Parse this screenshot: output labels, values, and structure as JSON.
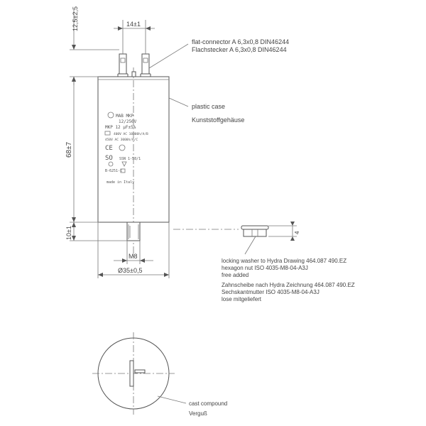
{
  "dimensions": {
    "top_height": "12,5±2,5",
    "pin_spacing": "14±1",
    "body_height": "68±7",
    "stud_height": "10±1",
    "thread": "M8",
    "diameter": "Ø35±0,5",
    "nut_height": "4"
  },
  "callouts": {
    "connector_en": "flat-connector A 6,3x0,8 DIN46244",
    "connector_de": "Flachstecker A 6,3x0,8 DIN46244",
    "case_en": "plastic case",
    "case_de": "Kunststoffgehäuse",
    "washer_line1": "locking washer to Hydra Drawing 464.087 490.EZ",
    "washer_line2": "hexagon nut ISO 4035-M8-04-A3J",
    "washer_line3": "free added",
    "washer_de_line1": "Zahnscheibe nach Hydra Zeichnung 464.087 490.EZ",
    "washer_de_line2": "Sechskantmutter ISO 4035-M8-04-A3J",
    "washer_de_line3": "lose mitgeliefert",
    "compound_en": "cast compound",
    "compound_de": "Verguß"
  },
  "label": {
    "line1": "MAB MKP",
    "line2": "12/250V",
    "line3": "MKP 12 µF±5%",
    "line4": "400V AC 10000h/A/B",
    "line5": "450V AC 3000h/A/C",
    "line6": "SSN 1-58/1",
    "line7": "B-6251-E",
    "line8": "made in Italy"
  }
}
